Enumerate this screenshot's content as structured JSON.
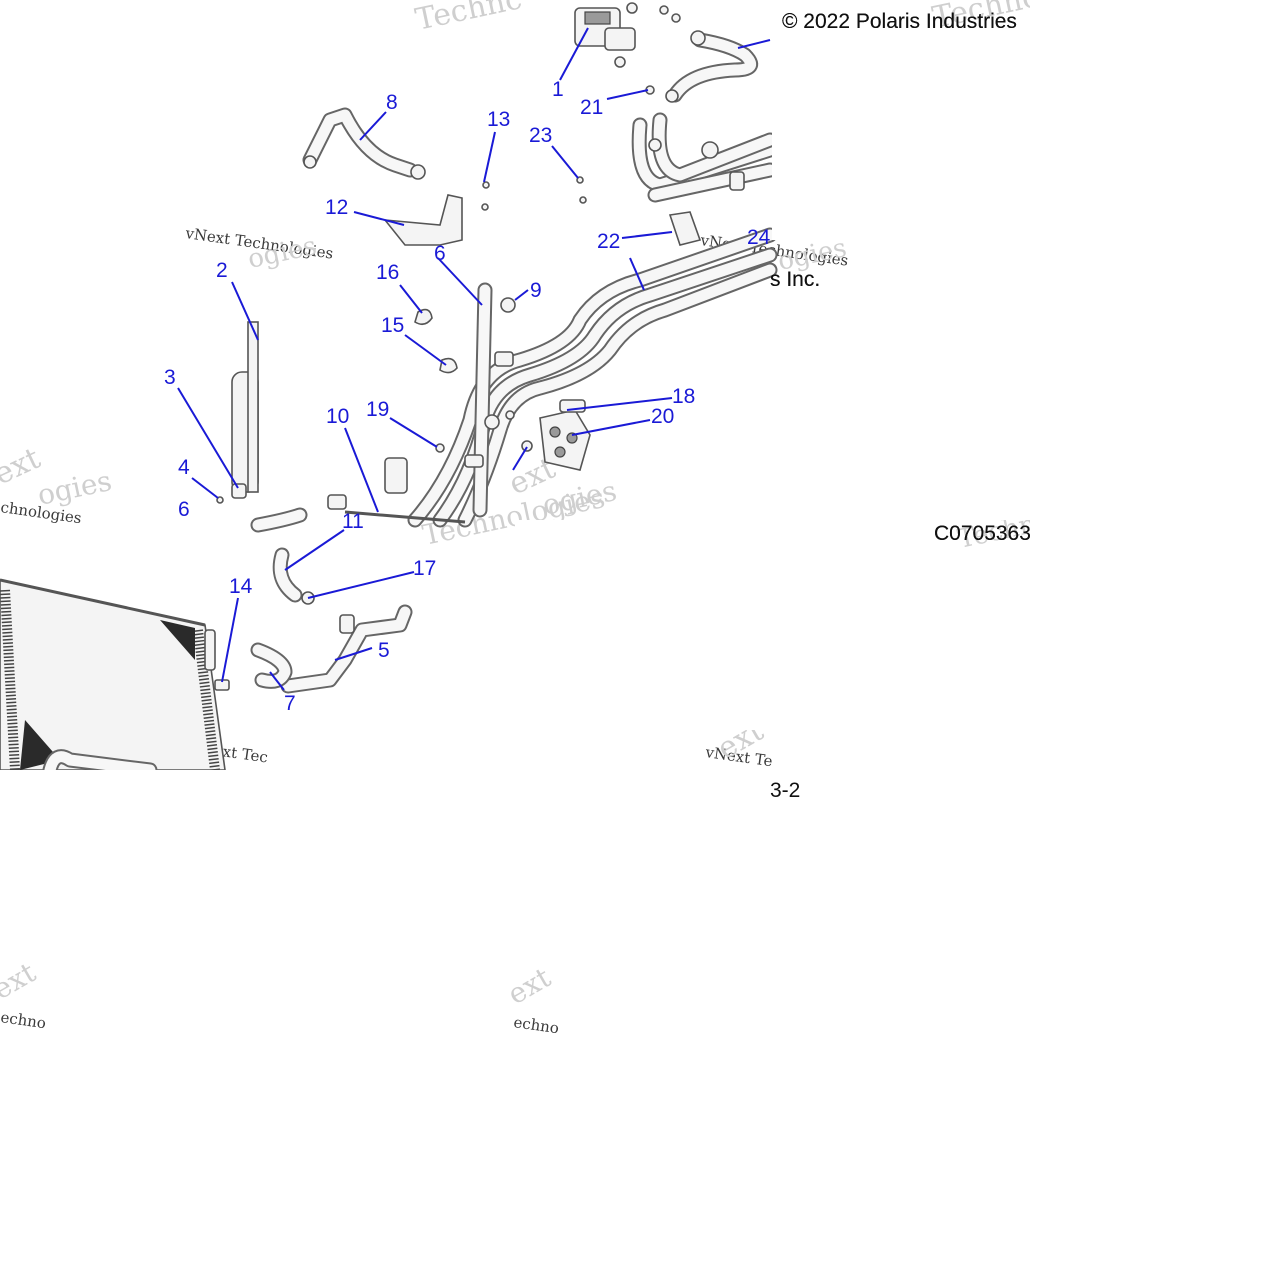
{
  "copyright": "© 2022 Polaris Industries",
  "copyright_tail": "s Inc.",
  "drawing_number": "C0705363",
  "page_ref": "3-2",
  "watermark": {
    "brand_a": "vNext Technologies",
    "brand_b": "vNext Tec",
    "frag_tech": "Technologies",
    "frag_techno": "Technc",
    "frag_next": "ext",
    "frag_chnologies": "chnologies",
    "frag_chno": "echno",
    "frag_ogies": "ogies"
  },
  "callouts": [
    "1",
    "2",
    "3",
    "4",
    "5",
    "6",
    "7",
    "8",
    "9",
    "10",
    "11",
    "12",
    "13",
    "14",
    "15",
    "16",
    "17",
    "18",
    "19",
    "20",
    "21",
    "22",
    "23",
    "24",
    "6"
  ]
}
